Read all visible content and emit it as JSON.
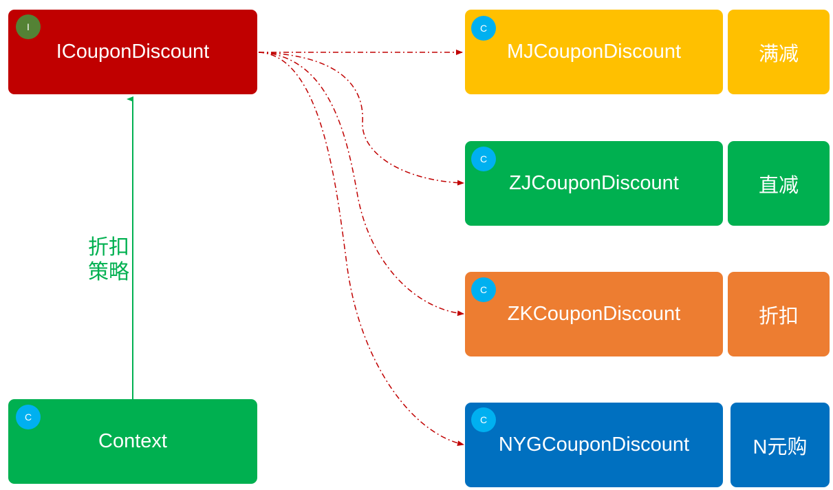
{
  "colors": {
    "interface_red": "#C00000",
    "interface_badge": "#548235",
    "class_badge": "#00B0F0",
    "yellow": "#FFC000",
    "green": "#00B050",
    "orange": "#ED7D31",
    "blue": "#0070C0",
    "dependency_line": "#C00000",
    "association_line": "#00B050"
  },
  "interface": {
    "name": "ICouponDiscount",
    "badge": "I"
  },
  "context": {
    "name": "Context",
    "badge": "C"
  },
  "edge_label": {
    "line1": "折扣",
    "line2": "策略"
  },
  "implementations": [
    {
      "name": "MJCouponDiscount",
      "badge": "C",
      "tag": "满减",
      "color": "#FFC000"
    },
    {
      "name": "ZJCouponDiscount",
      "badge": "C",
      "tag": "直减",
      "color": "#00B050"
    },
    {
      "name": "ZKCouponDiscount",
      "badge": "C",
      "tag": "折扣",
      "color": "#ED7D31"
    },
    {
      "name": "NYGCouponDiscount",
      "badge": "C",
      "tag": "N元购",
      "color": "#0070C0"
    }
  ]
}
